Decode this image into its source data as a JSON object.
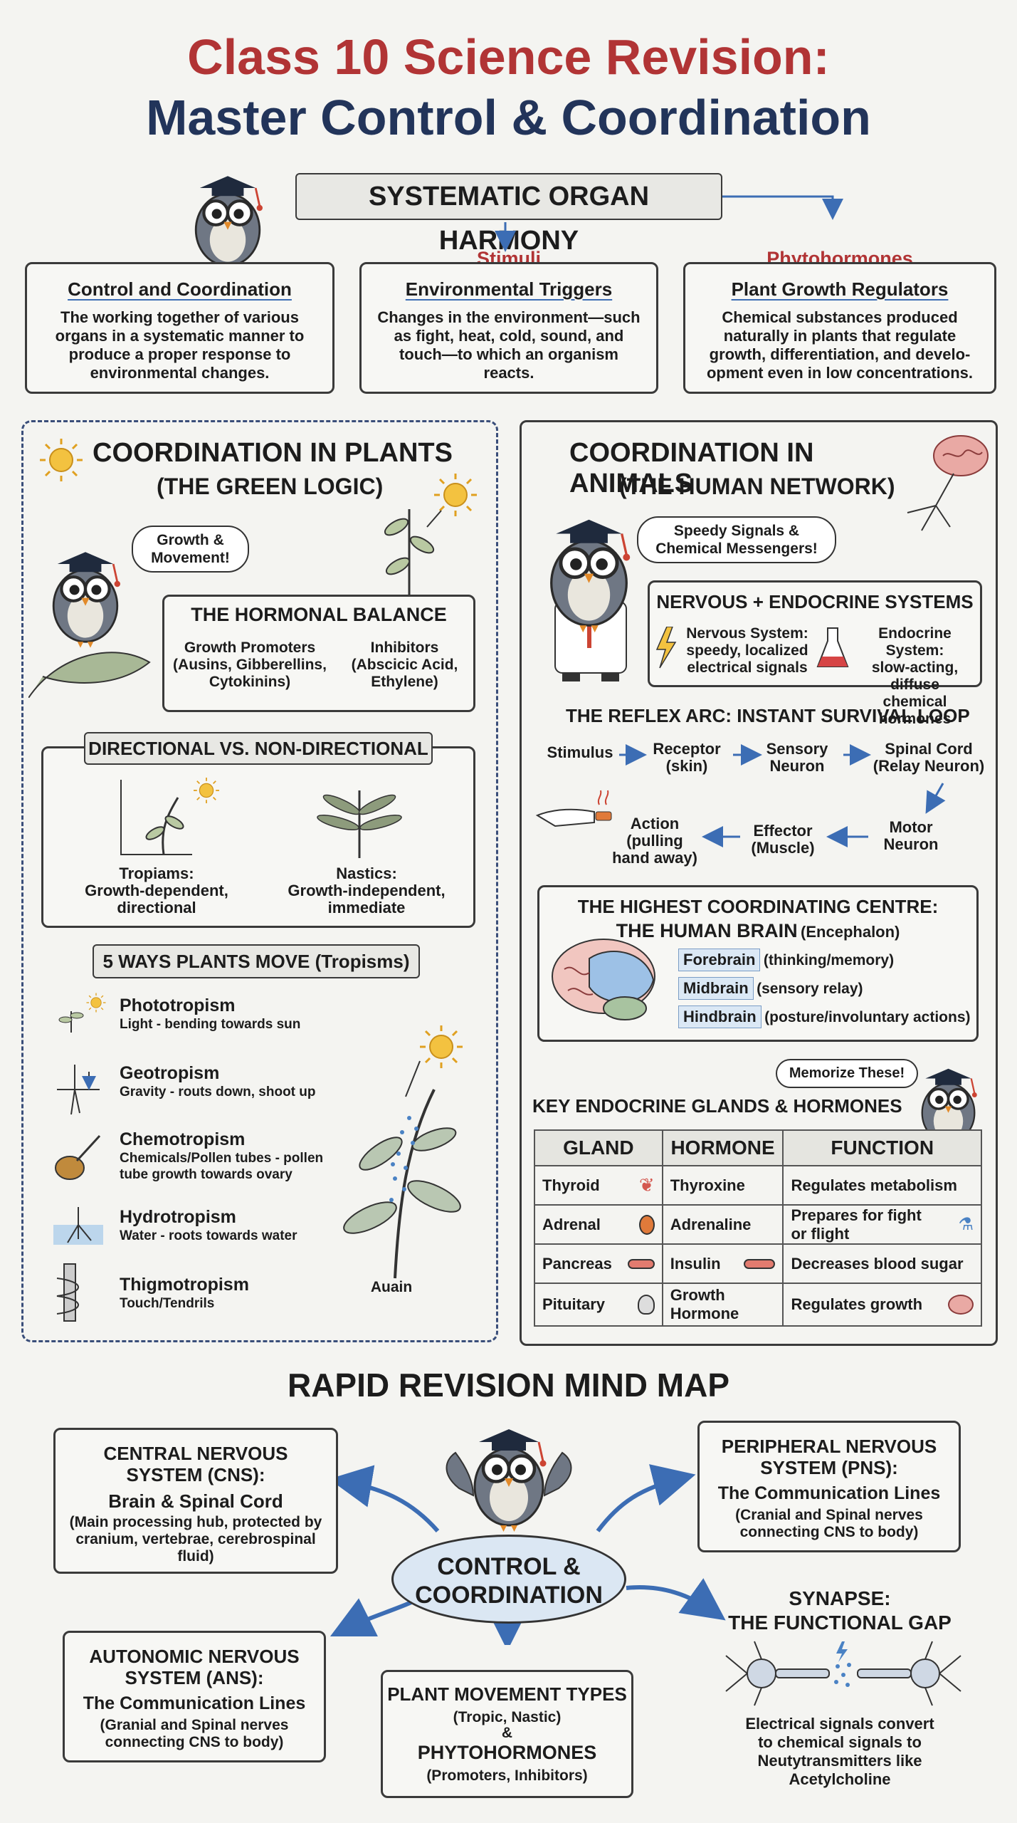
{
  "header": {
    "title_line1": "Class 10 Science Revision:",
    "title_line2": "Master Control & Coordination",
    "banner": "SYSTEMATIC ORGAN HARMONY"
  },
  "definitions": [
    {
      "heading": "",
      "subheading": "Control and Coordination",
      "text": [
        "The working together of various",
        "organs in a systematic manner to",
        "produce a proper response to",
        "environmental changes."
      ]
    },
    {
      "heading": "Stimuli",
      "subheading": "Environmental Triggers",
      "text": [
        "Changes in the environment—such",
        "as fight, heat, cold, sound, and",
        "touch—to which an organism",
        "reacts."
      ]
    },
    {
      "heading": "Phytohormones",
      "subheading": "Plant Growth Regulators",
      "text": [
        "Chemical substances produced",
        "naturally in plants that regulate",
        "growth, differentiation, and develo-",
        "opment even in low concentrations."
      ]
    }
  ],
  "plants": {
    "title": "COORDINATION IN PLANTS",
    "subtitle": "(THE GREEN LOGIC)",
    "bubble": [
      "Growth &",
      "Movement!"
    ],
    "hormonal": {
      "title": "THE HORMONAL BALANCE",
      "promoters": [
        "Growth Promoters",
        "(Ausins, Gibberellins,",
        "Cytokinins)"
      ],
      "inhibitors": [
        "Inhibitors",
        "(Abscicic Acid,",
        "Ethylene)"
      ]
    },
    "directional": {
      "title": "DIRECTIONAL VS. NON-DIRECTIONAL",
      "tropisms": [
        "Tropiams:",
        "Growth-dependent,",
        "directional"
      ],
      "nastics": [
        "Nastics:",
        "Growth-independent,",
        "immediate"
      ]
    },
    "ways_title": "5 WAYS PLANTS MOVE (Tropisms)",
    "tropisms": [
      {
        "name": "Phototropism",
        "desc": [
          "Light - bending towards sun"
        ],
        "icon": "phototropism-icon"
      },
      {
        "name": "Geotropism",
        "desc": [
          "Gravity - routs down, shoot up"
        ],
        "icon": "geotropism-icon"
      },
      {
        "name": "Chemotropism",
        "desc": [
          "Chemicals/Pollen tubes - pollen",
          "tube growth towards ovary"
        ],
        "icon": "chemotropism-icon"
      },
      {
        "name": "Hydrotropism",
        "desc": [
          "Water - roots towards water"
        ],
        "icon": "hydrotropism-icon"
      },
      {
        "name": "Thigmotropism",
        "desc": [
          "Touch/Tendrils"
        ],
        "icon": "thigmotropism-icon"
      }
    ],
    "auxin_label": "Auain"
  },
  "animals": {
    "title": "COORDINATION IN ANIMALS",
    "subtitle": "(THE HUMAN NETWORK)",
    "bubble": [
      "Speedy Signals &",
      "Chemical Messengers!"
    ],
    "systems": {
      "title": "NERVOUS + ENDOCRINE SYSTEMS",
      "nervous": [
        "Nervous System:",
        "speedy, localized",
        "electrical signals"
      ],
      "endocrine": [
        "Endocrine System:",
        "slow-acting, diffuse",
        "chemical hormones"
      ]
    },
    "reflex": {
      "title": "THE REFLEX ARC: INSTANT SURVIVAL LOOP",
      "stimulus": "Stimulus",
      "receptor": [
        "Receptor",
        "(skin)"
      ],
      "sensory": [
        "Sensory",
        "Neuron"
      ],
      "spinal": [
        "Spinal Cord",
        "(Relay Neuron)"
      ],
      "motor": [
        "Motor",
        "Neuron"
      ],
      "effector": [
        "Effector",
        "(Muscle)"
      ],
      "action": [
        "Action",
        "(pulling",
        "hand away)"
      ]
    },
    "brain": {
      "title1": "THE HIGHEST COORDINATING CENTRE:",
      "title2": "THE HUMAN BRAIN",
      "title2_suffix": "(Encephalon)",
      "parts": [
        {
          "name": "Forebrain",
          "role": "(thinking/memory)"
        },
        {
          "name": "Midbrain",
          "role": "(sensory relay)"
        },
        {
          "name": "Hindbrain",
          "role": "(posture/involuntary actions)"
        }
      ]
    },
    "memorize": "Memorize These!",
    "glands": {
      "title": "KEY ENDOCRINE GLANDS & HORMONES",
      "headers": [
        "GLAND",
        "HORMONE",
        "FUNCTION"
      ],
      "rows": [
        {
          "gland": "Thyroid",
          "hormone": [
            "Thyroxine"
          ],
          "function": [
            "Regulates metabolism"
          ]
        },
        {
          "gland": "Adrenal",
          "hormone": [
            "Adrenaline"
          ],
          "function": [
            "Prepares for fight",
            "or flight"
          ]
        },
        {
          "gland": "Pancreas",
          "hormone": [
            "Insulin"
          ],
          "function": [
            "Decreases blood sugar"
          ]
        },
        {
          "gland": "Pituitary",
          "hormone": [
            "Growth",
            "Hormone"
          ],
          "function": [
            "Regulates growth"
          ]
        }
      ]
    }
  },
  "mindmap": {
    "title": "RAPID REVISION MIND MAP",
    "center": [
      "CONTROL &",
      "COORDINATION"
    ],
    "cns": {
      "title": [
        "CENTRAL NERVOUS",
        "SYSTEM (CNS):"
      ],
      "sub": "Brain & Spinal Cord",
      "text": [
        "(Main processing hub, protected by",
        "cranium, vertebrae, cerebrospinal",
        "fluid)"
      ]
    },
    "pns": {
      "title": [
        "PERIPHERAL NERVOUS",
        "SYSTEM (PNS):"
      ],
      "sub": "The Communication Lines",
      "text": [
        "(Cranial and Spinal nerves",
        "connecting CNS to body)"
      ]
    },
    "ans": {
      "title": [
        "AUTONOMIC NERVOUS",
        "SYSTEM (ANS):"
      ],
      "sub": "The Communication Lines",
      "text": [
        "(Granial and Spinal nerves",
        "connecting CNS to body)"
      ]
    },
    "plant": {
      "title": "PLANT MOVEMENT TYPES",
      "l1": "(Tropic, Nastic)",
      "amp": "&",
      "l2": "PHYTOHORMONES",
      "l3": "(Promoters, Inhibitors)"
    },
    "synapse": {
      "title": [
        "SYNAPSE:",
        "THE FUNCTIONAL GAP"
      ],
      "text": [
        "Electrical signals convert",
        "to chemical signals to",
        "Neutytransmitters like",
        "Acetylcholine"
      ]
    }
  },
  "colors": {
    "title_red": "#b13435",
    "title_navy": "#22345a",
    "accent_blue": "#3c6db4",
    "owl_gray": "#6f7784"
  }
}
